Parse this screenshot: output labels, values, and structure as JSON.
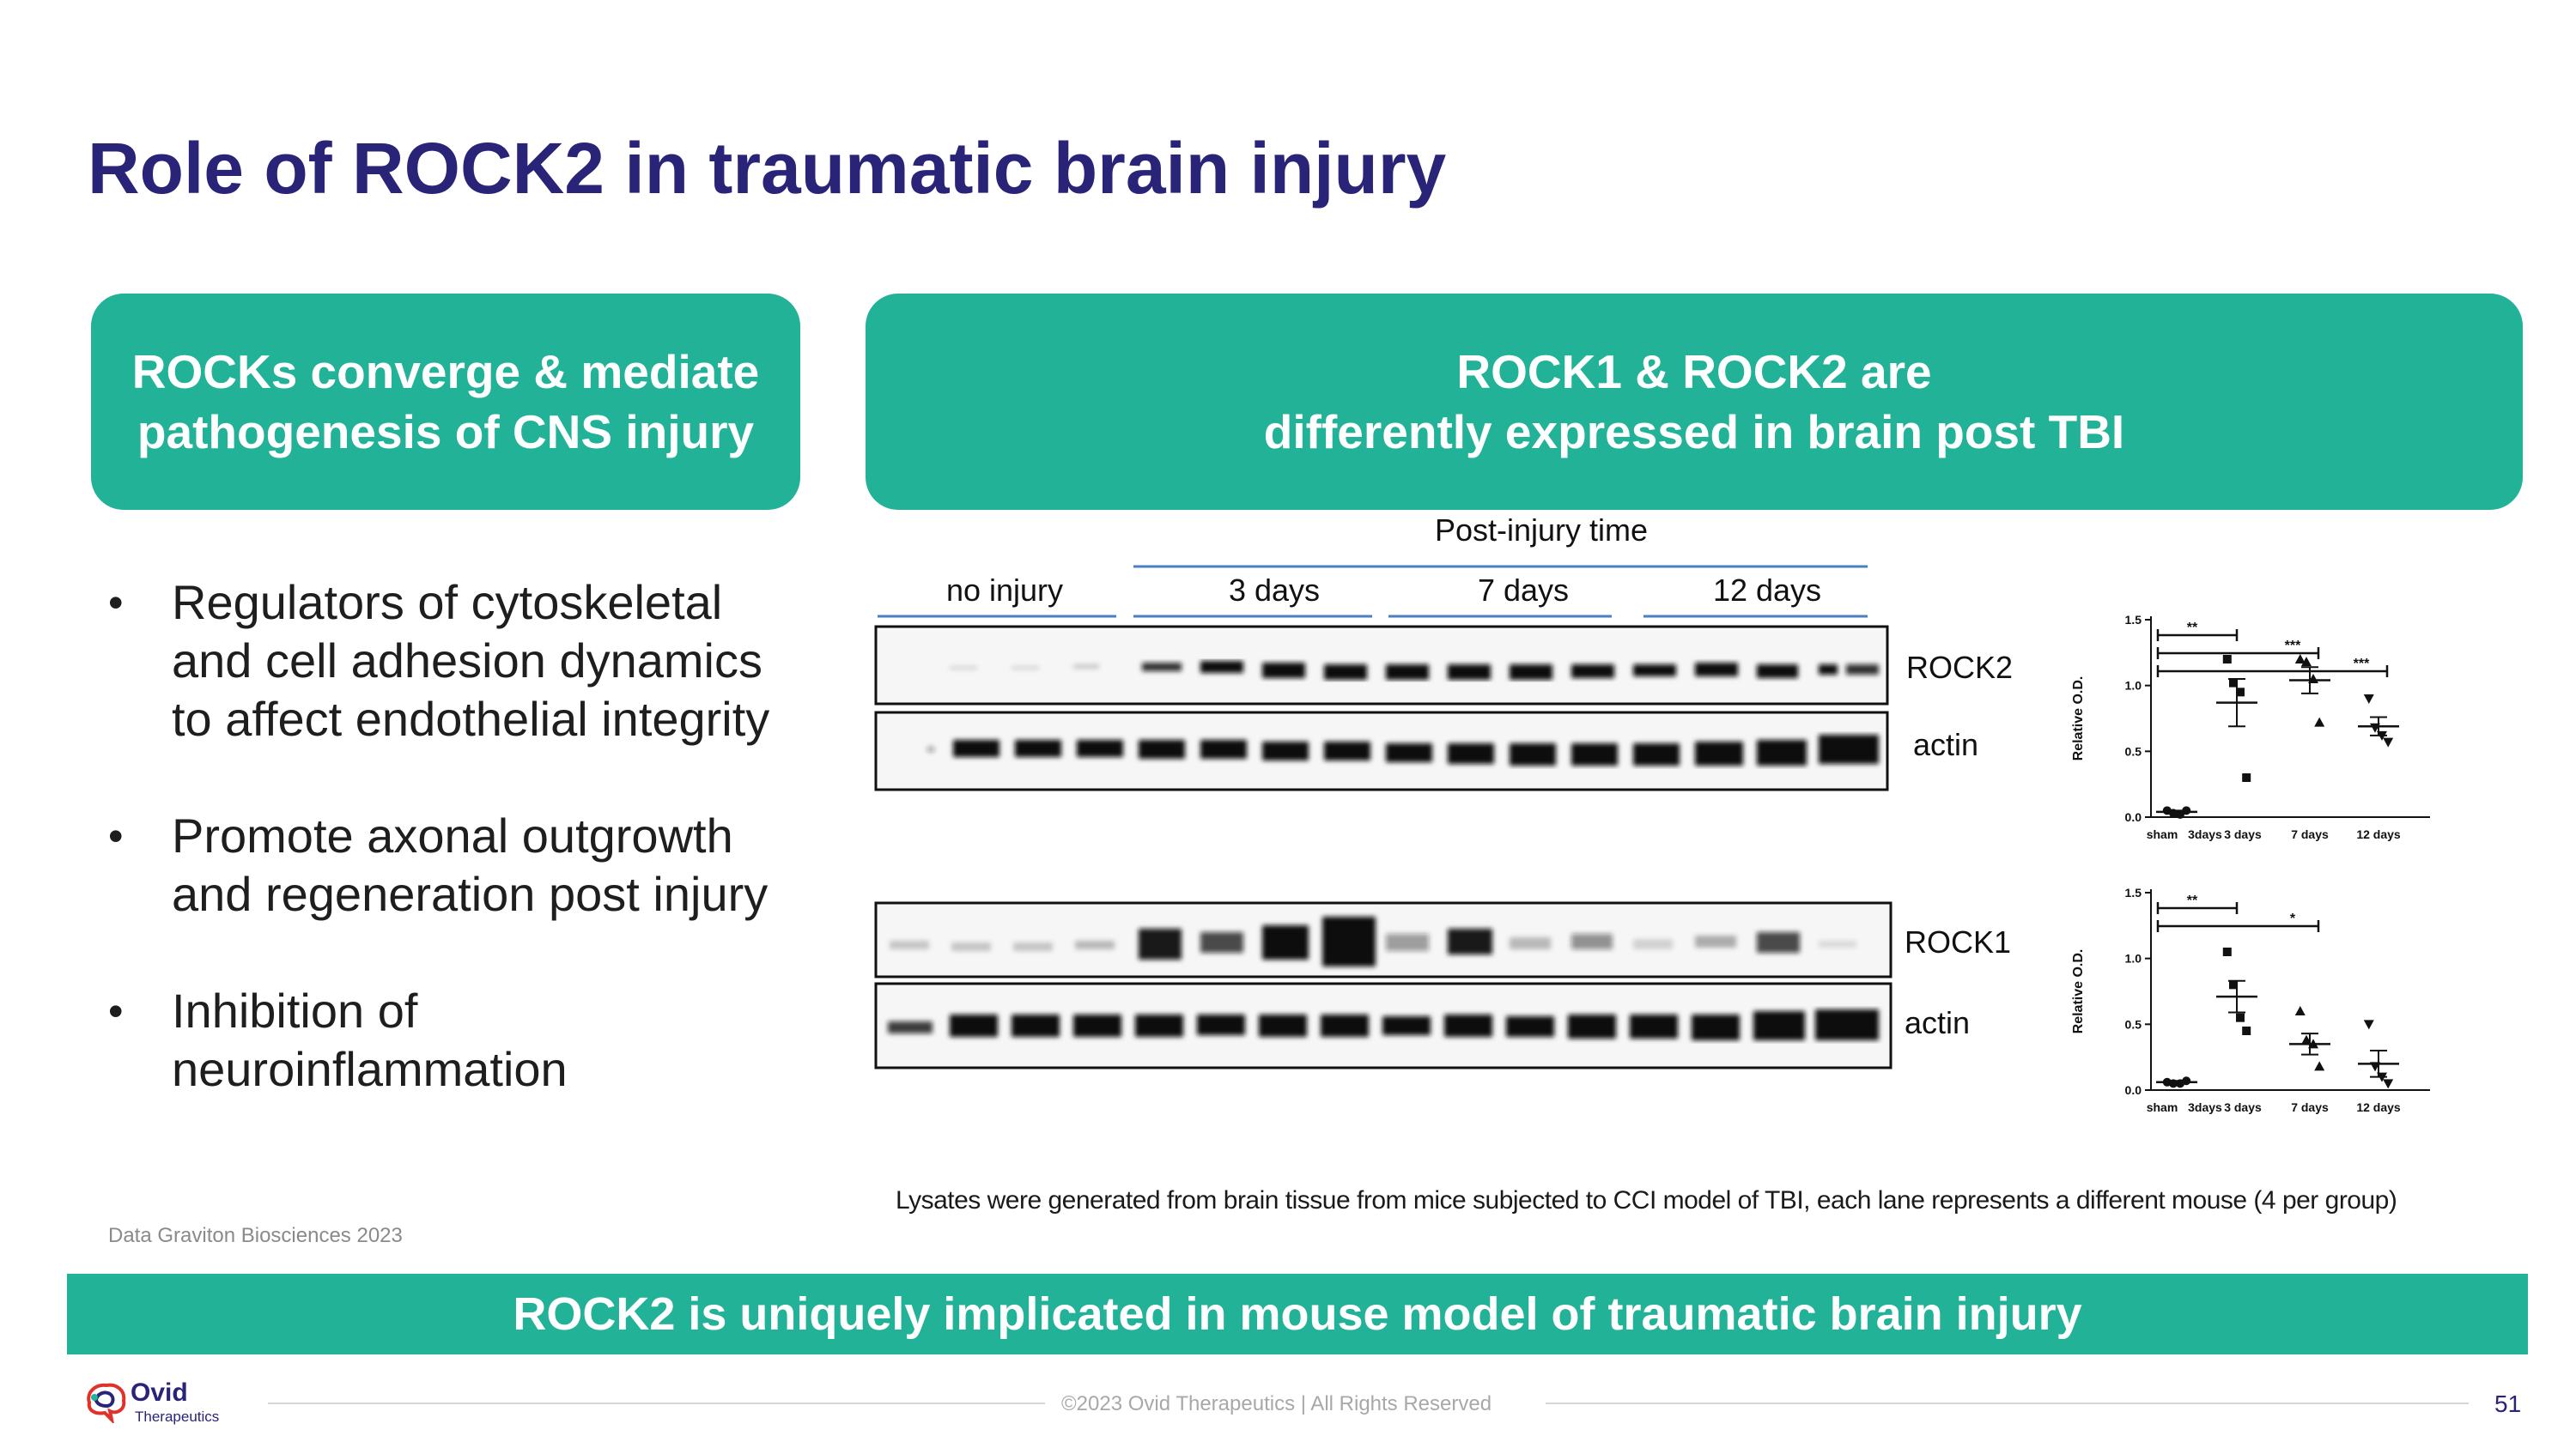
{
  "title": "Role of ROCK2 in traumatic brain injury",
  "left_header": {
    "line1": "ROCKs converge & mediate",
    "line2": "pathogenesis of CNS injury"
  },
  "right_header": {
    "line1": "ROCK1 & ROCK2 are",
    "line2": "differently expressed in brain post TBI"
  },
  "bullets": [
    {
      "lines": [
        "Regulators of cytoskeletal",
        "and cell adhesion dynamics",
        "to affect endothelial integrity"
      ]
    },
    {
      "lines": [
        "Promote axonal outgrowth",
        "and regeneration post injury"
      ]
    },
    {
      "lines": [
        "Inhibition of",
        "neuroinflammation"
      ]
    }
  ],
  "blot": {
    "post_injury_label": "Post-injury time",
    "groups": [
      "no injury",
      "3 days",
      "7 days",
      "12 days"
    ],
    "band_labels": [
      "ROCK2",
      "actin",
      "ROCK1",
      "actin"
    ]
  },
  "chart_data": [
    {
      "type": "scatter",
      "ylabel": "Relative O.D.",
      "categories": [
        "sham",
        "3days",
        "3 days",
        "7 days",
        "12 days"
      ],
      "yticks": [
        "0.0",
        "0.5",
        "1.0",
        "1.5"
      ],
      "ylim": [
        0,
        1.5
      ],
      "points": [
        {
          "group": 0,
          "values": [
            0.05,
            0.03,
            0.02,
            0.05
          ]
        },
        {
          "group": 1,
          "values": [
            1.2,
            1.02,
            0.95,
            0.3
          ]
        },
        {
          "group": 2,
          "values": [
            1.2,
            1.18,
            1.05,
            0.72
          ]
        },
        {
          "group": 3,
          "values": [
            0.9,
            0.68,
            0.62,
            0.57
          ]
        }
      ],
      "means": [
        0.04,
        0.87,
        1.04,
        0.69
      ],
      "sem": [
        0.01,
        0.18,
        0.1,
        0.07
      ],
      "significance": [
        {
          "from": 0,
          "to": 1,
          "label": "**"
        },
        {
          "from": 0,
          "to": 2,
          "label": "***"
        },
        {
          "from": 0,
          "to": 3,
          "label": "***"
        }
      ]
    },
    {
      "type": "scatter",
      "ylabel": "Relative O.D.",
      "categories": [
        "sham",
        "3days",
        "3 days",
        "7 days",
        "12 days"
      ],
      "yticks": [
        "0.0",
        "0.5",
        "1.0",
        "1.5"
      ],
      "ylim": [
        0,
        1.5
      ],
      "points": [
        {
          "group": 0,
          "values": [
            0.06,
            0.05,
            0.05,
            0.07
          ]
        },
        {
          "group": 1,
          "values": [
            1.05,
            0.8,
            0.55,
            0.45
          ]
        },
        {
          "group": 2,
          "values": [
            0.6,
            0.38,
            0.35,
            0.18
          ]
        },
        {
          "group": 3,
          "values": [
            0.5,
            0.18,
            0.1,
            0.05
          ]
        }
      ],
      "means": [
        0.06,
        0.71,
        0.35,
        0.2
      ],
      "sem": [
        0.01,
        0.12,
        0.08,
        0.1
      ],
      "significance": [
        {
          "from": 0,
          "to": 1,
          "label": "**"
        },
        {
          "from": 0,
          "to": 2,
          "label": "*"
        }
      ]
    }
  ],
  "lysate_note": "Lysates were generated from brain tissue from mice subjected to CCI model of TBI, each lane represents a different mouse (4 per group)",
  "credit": "Data Graviton Biosciences 2023",
  "banner": "ROCK2 is uniquely implicated in mouse model of traumatic brain injury",
  "footer": {
    "copyright": "©2023 Ovid Therapeutics | All Rights Reserved",
    "page": "51",
    "logo_word": "Ovid",
    "logo_sub": "Therapeutics"
  },
  "colors": {
    "title": "#2a2478",
    "teal": "#22b297",
    "blot_line": "#4a7fc1"
  }
}
